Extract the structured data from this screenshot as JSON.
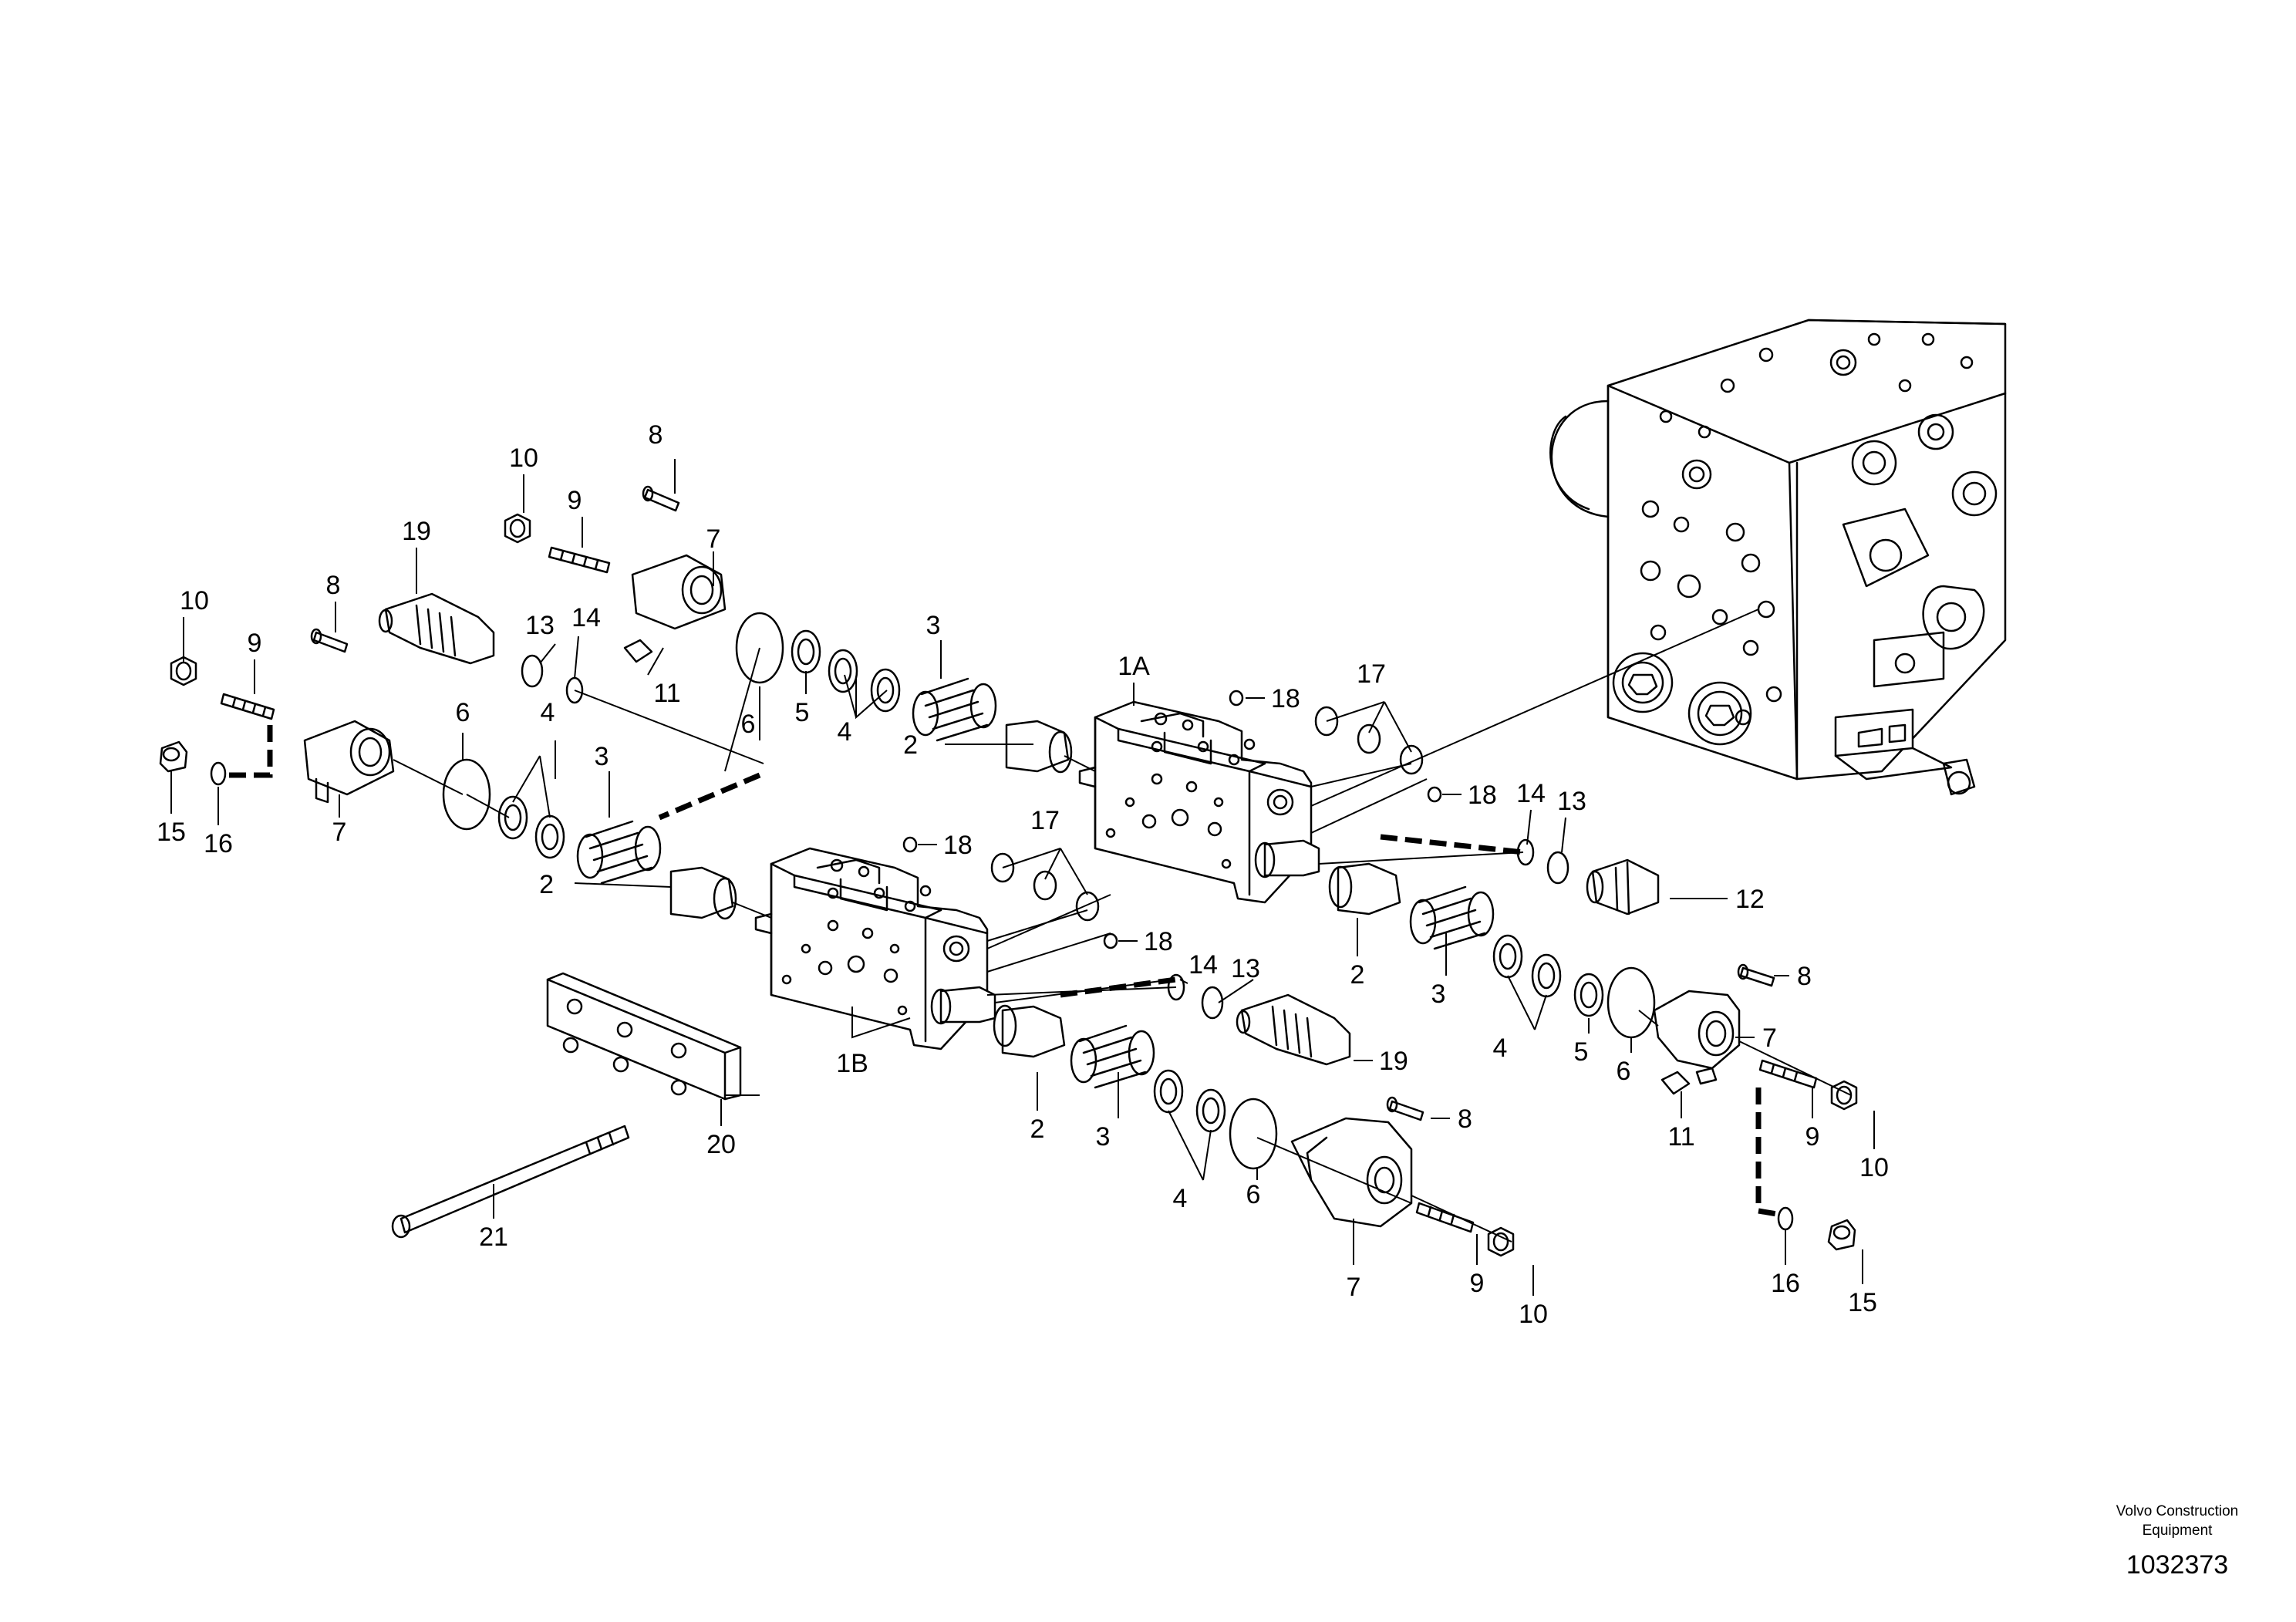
{
  "diagram": {
    "callouts": {
      "c1A": "1A",
      "c1B": "1B",
      "c2a": "2",
      "c2b": "2",
      "c2c": "2",
      "c2d": "2",
      "c3a": "3",
      "c3b": "3",
      "c3c": "3",
      "c3d": "3",
      "c4a": "4",
      "c4b": "4",
      "c4c": "4",
      "c4d": "4",
      "c5a": "5",
      "c5b": "5",
      "c6a": "6",
      "c6b": "6",
      "c6c": "6",
      "c6d": "6",
      "c7a": "7",
      "c7b": "7",
      "c7c": "7",
      "c7d": "7",
      "c8a": "8",
      "c8b": "8",
      "c8c": "8",
      "c8d": "8",
      "c9a": "9",
      "c9b": "9",
      "c9c": "9",
      "c9d": "9",
      "c10a": "10",
      "c10b": "10",
      "c10c": "10",
      "c10d": "10",
      "c11a": "11",
      "c11b": "11",
      "c12": "12",
      "c13a": "13",
      "c13b": "13",
      "c13c": "13",
      "c14a": "14",
      "c14b": "14",
      "c14c": "14",
      "c15a": "15",
      "c15b": "15",
      "c16a": "16",
      "c16b": "16",
      "c17a": "17",
      "c17b": "17",
      "c18a": "18",
      "c18b": "18",
      "c18c": "18",
      "c18d": "18",
      "c19a": "19",
      "c19b": "19",
      "c20": "20",
      "c21": "21"
    }
  },
  "footer": {
    "brand_line1": "Volvo Construction",
    "brand_line2": "Equipment",
    "figure_number": "1032373"
  }
}
